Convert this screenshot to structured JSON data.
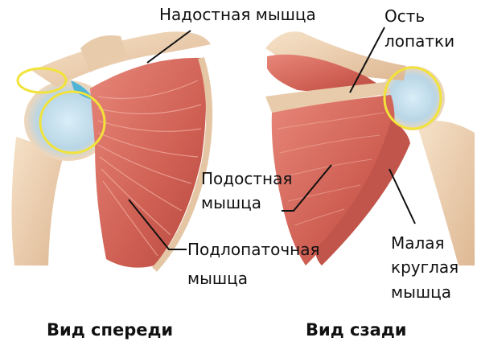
{
  "labels": {
    "supraspinatus": "Надостная мышца",
    "spine_line1": "Ость",
    "spine_line2": "лопатки",
    "infraspinatus_line1": "Подостная",
    "infraspinatus_line2": "мышца",
    "subscapularis_line1": "Подлопаточная",
    "subscapularis_line2": "мышца",
    "teres_minor_line1": "Малая",
    "teres_minor_line2": "круглая",
    "teres_minor_line3": "мышца"
  },
  "captions": {
    "front": "Вид спереди",
    "back": "Вид сзади"
  },
  "colors": {
    "bone": "#f1d6b8",
    "bone_shadow": "#d9b390",
    "muscle": "#d4665a",
    "muscle_dark": "#b44a40",
    "muscle_light": "#e89a8c",
    "highlight_ring": "#f2e33a",
    "joint_blue": "#4fb4d6"
  }
}
